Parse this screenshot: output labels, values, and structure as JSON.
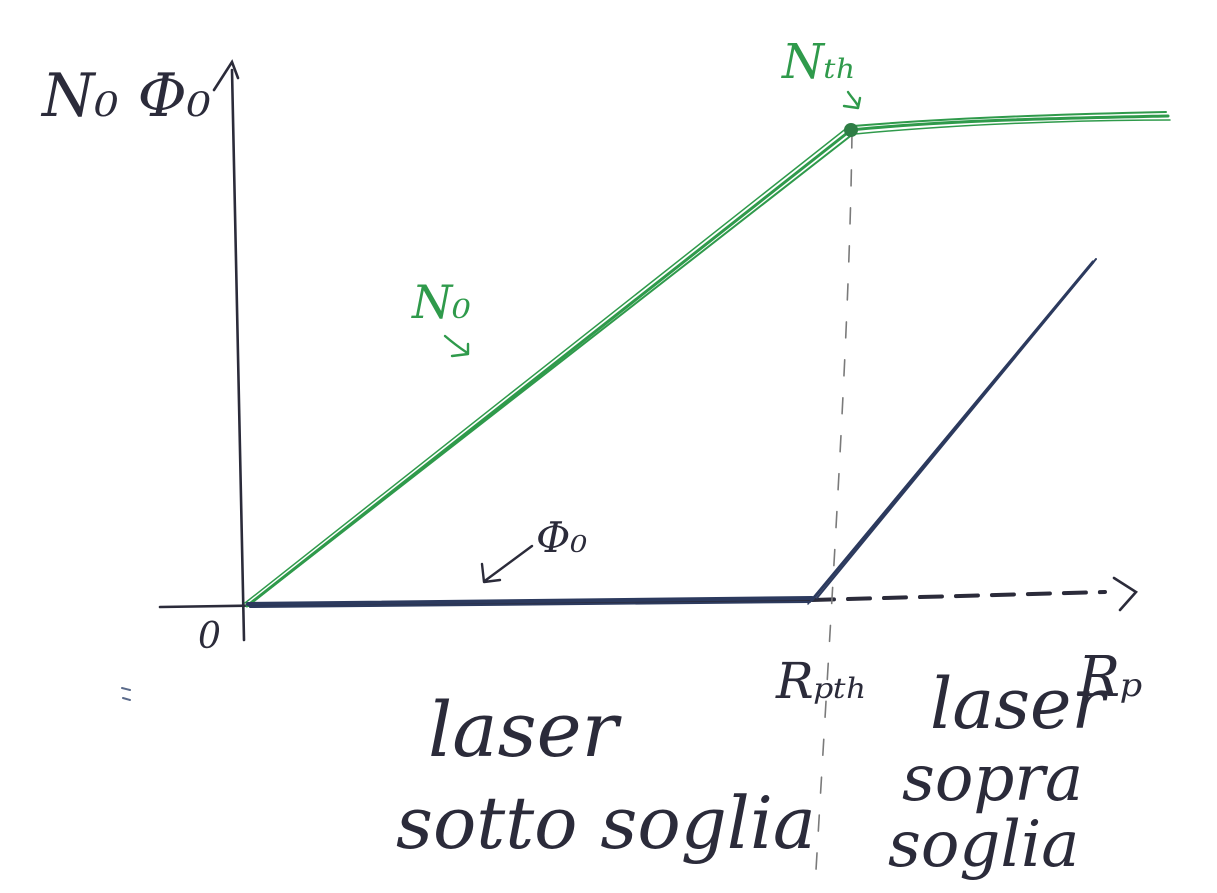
{
  "diagram": {
    "y_axis_label": "N₀ Φ₀",
    "x_axis_label": "Rₚ",
    "origin_label": "0",
    "n_curve_label": "N₀",
    "n_threshold_label": "Nₜₕ",
    "phi_curve_label": "Φ₀",
    "threshold_pump_label": "Rₚₜₕ",
    "region_below_line1": "laser",
    "region_below_line2": "sotto soglia",
    "region_above_line1": "laser",
    "region_above_line2": "sopra",
    "region_above_line3": "soglia"
  },
  "colors": {
    "background": "#ffffff",
    "axis_ink": "#2b2b3a",
    "n_curve": "#2f9a4b",
    "phi_curve": "#2c3a5e",
    "threshold_guide": "#7a7a7a"
  }
}
